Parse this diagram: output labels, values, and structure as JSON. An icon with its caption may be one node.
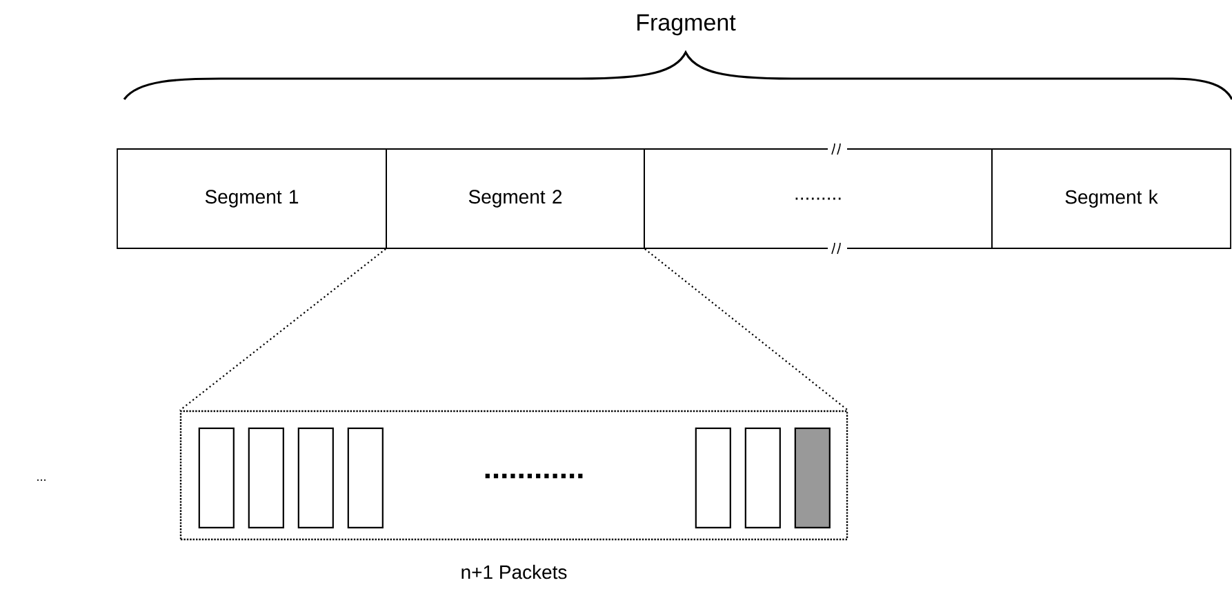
{
  "diagram": {
    "title": "Fragment",
    "nodes": [
      {
        "text": [
          "Segment 1"
        ]
      },
      {
        "text": [
          "Segment 2"
        ]
      },
      {
        "text": [
          "........."
        ]
      },
      {
        "text": [
          "Segment k"
        ]
      },
      {
        "text": [],
        "shape": "box",
        "beside": [
          "n+1 Packets"
        ]
      },
      {
        "text": [],
        "shape": "box",
        "in": 4
      },
      {
        "text": [],
        "shape": "box",
        "in": 4
      },
      {
        "text": [],
        "shape": "box",
        "in": 4
      },
      {
        "text": [],
        "shape": "box",
        "in": 4
      },
      {
        "text": [],
        "shape": "box",
        "in": 4
      },
      {
        "text": [],
        "shape": "box",
        "in": 4
      },
      {
        "text": [],
        "shape": "box",
        "in": 4
      }
    ],
    "edges": [
      {
        "from": 1,
        "to": 4,
        "arrow": "none",
        "style": "dashed"
      },
      {
        "from": 1,
        "to": 4,
        "arrow": "none",
        "style": "dashed"
      }
    ],
    "labels": [
      "............",
      "..."
    ]
  }
}
